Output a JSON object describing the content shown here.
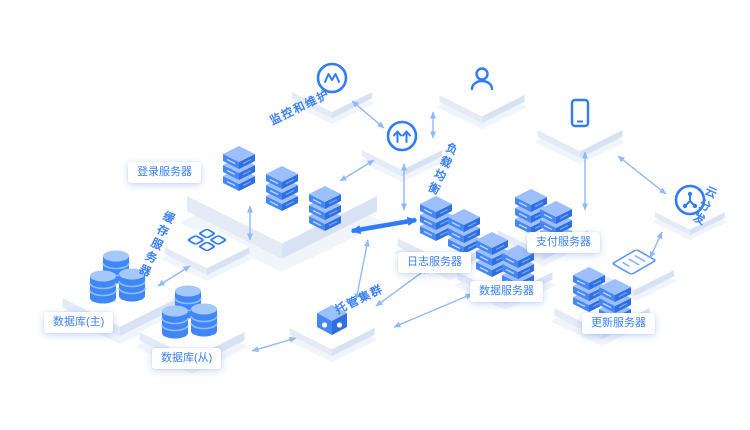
{
  "diagram": {
    "title": "cloud-architecture-isometric-diagram",
    "nodes": {
      "monitoring": {
        "label": "监控和维护",
        "icon": "gauge-circle-icon"
      },
      "login": {
        "label": "登录服务器",
        "icon": "server-stack-icon"
      },
      "load_balancer": {
        "label": "负载均衡",
        "icon": "up-arrows-circle-icon"
      },
      "cache": {
        "label": "缓存服务器",
        "icon": "grid-icon"
      },
      "db_master": {
        "label": "数据库(主)",
        "icon": "cylinder-db-icon"
      },
      "db_slave": {
        "label": "数据库(从)",
        "icon": "cylinder-db-icon"
      },
      "log": {
        "label": "日志服务器",
        "icon": "server-stack-icon"
      },
      "payment": {
        "label": "支付服务器",
        "icon": "server-stack-icon"
      },
      "data": {
        "label": "数据服务器",
        "icon": "server-stack-icon"
      },
      "cluster": {
        "label": "托管集群",
        "icon": "robot-box-icon"
      },
      "update": {
        "label": "更新服务器",
        "icon": "document-icon"
      },
      "cdn": {
        "label": "云分发",
        "icon": "share-circle-icon"
      },
      "user": {
        "label": "",
        "icon": "person-icon"
      },
      "client": {
        "label": "",
        "icon": "smartphone-icon"
      }
    },
    "colors": {
      "accent": "#2f7cf6",
      "label_text": "#3b82f6",
      "arrow_thin": "#8fb9f8",
      "stack_top": "#9dbffb",
      "stack_front": "#4587f5",
      "stack_side": "#2f6fe0",
      "platform_top": "#ffffff",
      "platform_side": "#e4eaf6",
      "shadow": "#f0f4fb"
    }
  }
}
